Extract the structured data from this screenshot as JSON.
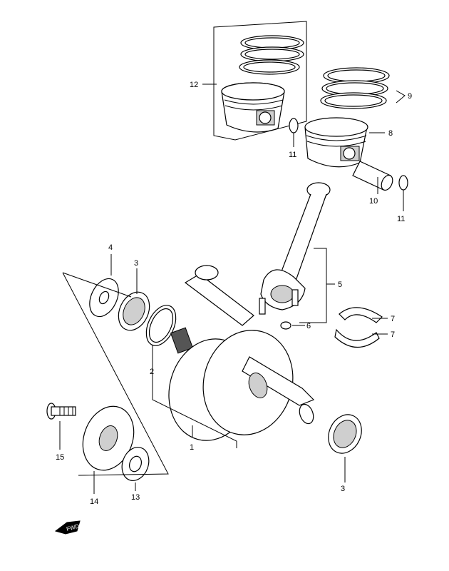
{
  "callouts": {
    "c1": "1",
    "c2": "2",
    "c3a": "3",
    "c3b": "3",
    "c4": "4",
    "c5": "5",
    "c6": "6",
    "c7a": "7",
    "c7b": "7",
    "c8": "8",
    "c9": "9",
    "c10": "10",
    "c11a": "11",
    "c11b": "11",
    "c12": "12",
    "c13": "13",
    "c14": "14",
    "c15": "15"
  },
  "direction_badge": "FWD",
  "colors": {
    "line": "#000000",
    "shade": "#cfcfcf",
    "dark": "#555555",
    "background": "#ffffff"
  }
}
